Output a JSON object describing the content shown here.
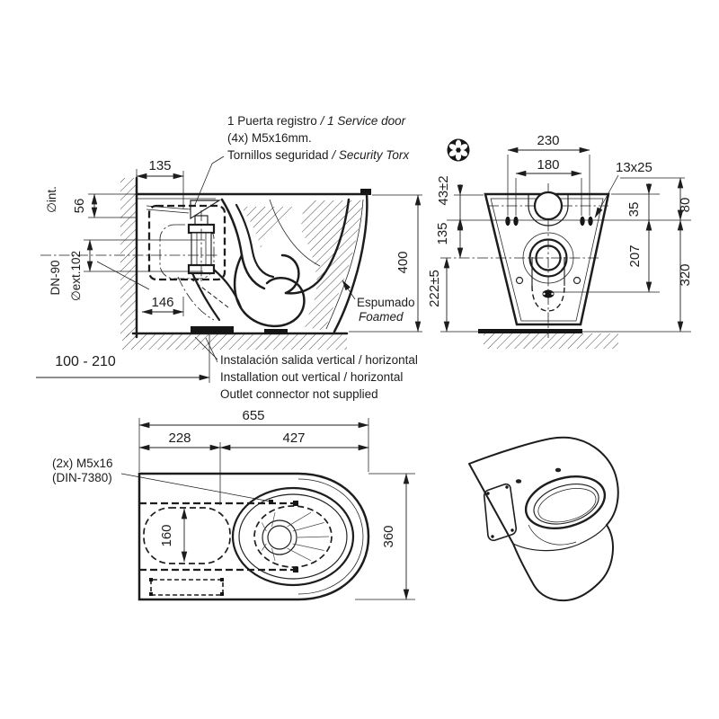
{
  "side": {
    "dim_135": "135",
    "dim_56": "56",
    "phi_int": "∅int.",
    "phi_ext": "∅ext.102",
    "dn": "DN-90",
    "dim_146": "146",
    "dim_400": "400",
    "dim_range": "100 - 210",
    "note1_es": "1 Puerta registro ",
    "note1_en": "/ 1 Service door",
    "note2": "(4x) M5x16mm.",
    "note3_es": "Tornillos seguridad ",
    "note3_en": "/ Security Torx",
    "foam_es": "Espumado",
    "foam_en": "Foamed",
    "out1": "Instalación salida vertical / horizontal",
    "out2": "Installation out vertical / horizontal",
    "out3": "Outlet connector not supplied"
  },
  "front": {
    "dim_230": "230",
    "dim_180": "180",
    "slot": "13x25",
    "dim_43": "43±2",
    "dim_135": "135",
    "dim_222": "222±5",
    "dim_80": "80",
    "dim_35": "35",
    "dim_207": "207",
    "dim_320": "320"
  },
  "plan": {
    "dim_655": "655",
    "dim_228": "228",
    "dim_427": "427",
    "dim_160": "160",
    "dim_360": "360",
    "screw1": "(2x) M5x16",
    "screw2": "(DIN-7380)"
  },
  "colors": {
    "line": "#1d1d1d",
    "background": "#ffffff"
  }
}
